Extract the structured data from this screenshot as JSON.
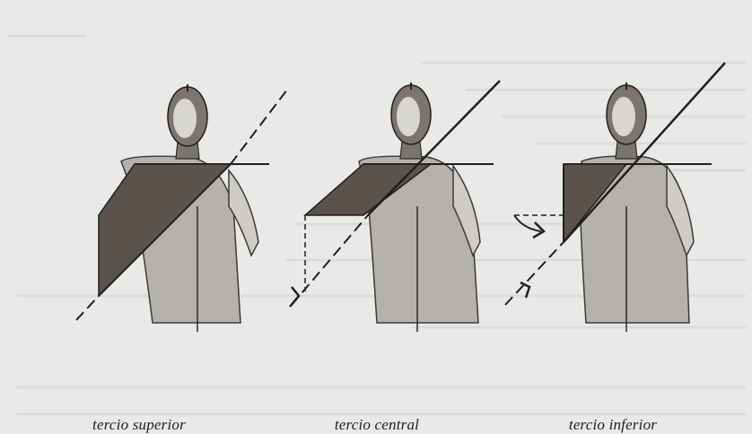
{
  "captions": [
    "tercio superior",
    "tercio central",
    "tercio inferior"
  ],
  "colors": {
    "paper": "#e9e9e7",
    "ink": "#1f1f1f",
    "board": "#5a524d",
    "body_shade": "#b5b2ad",
    "bleed_text": "#cfcfcc"
  }
}
